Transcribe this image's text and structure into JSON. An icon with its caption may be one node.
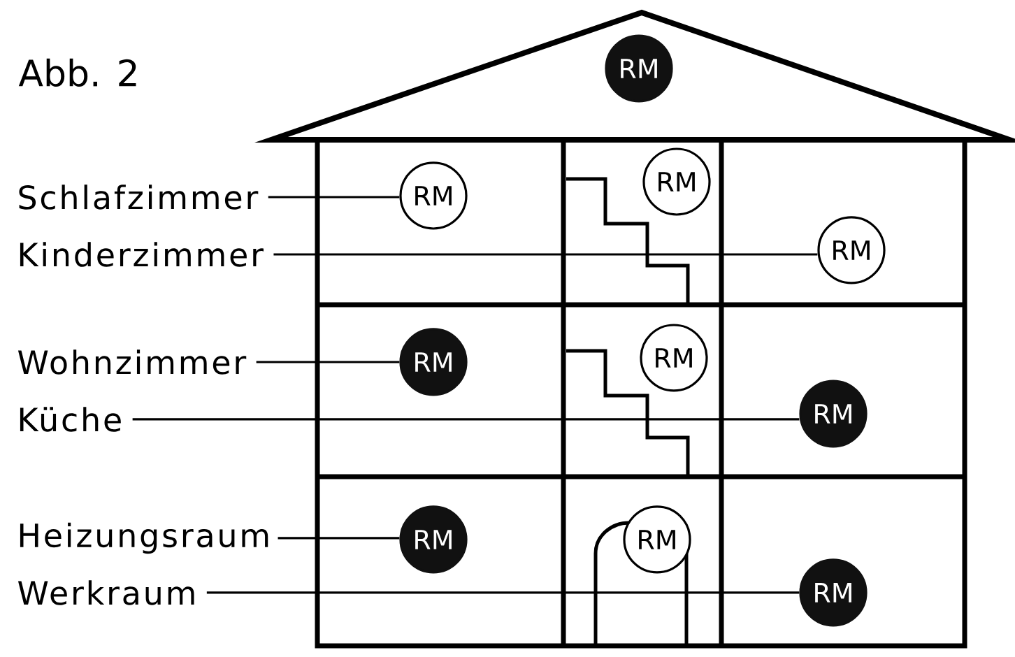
{
  "diagram": {
    "title": "Abb. 2",
    "nodes": [
      {
        "text": [
          "RM"
        ]
      },
      {
        "text": [
          "Schlafzimmer"
        ]
      },
      {
        "text": [
          "RM"
        ]
      },
      {
        "text": [
          "RM"
        ]
      },
      {
        "text": [
          "Kinderzimmer"
        ]
      },
      {
        "text": [
          "RM"
        ]
      },
      {
        "text": [
          "Wohnzimmer"
        ]
      },
      {
        "text": [
          "RM"
        ]
      },
      {
        "text": [
          "RM"
        ]
      },
      {
        "text": [
          "Küche"
        ]
      },
      {
        "text": [
          "RM"
        ]
      },
      {
        "text": [
          "Heizungsraum"
        ]
      },
      {
        "text": [
          "RM"
        ]
      },
      {
        "text": [
          "RM"
        ]
      },
      {
        "text": [
          "Werkraum"
        ]
      },
      {
        "text": [
          "RM"
        ]
      }
    ],
    "edges": [
      {
        "from": 1,
        "to": 2,
        "arrow": "none"
      },
      {
        "from": 4,
        "to": 5,
        "arrow": "none"
      },
      {
        "from": 6,
        "to": 7,
        "arrow": "none"
      },
      {
        "from": 9,
        "to": 10,
        "arrow": "none"
      },
      {
        "from": 11,
        "to": 12,
        "arrow": "none"
      },
      {
        "from": 14,
        "to": 15,
        "arrow": "none"
      }
    ]
  }
}
